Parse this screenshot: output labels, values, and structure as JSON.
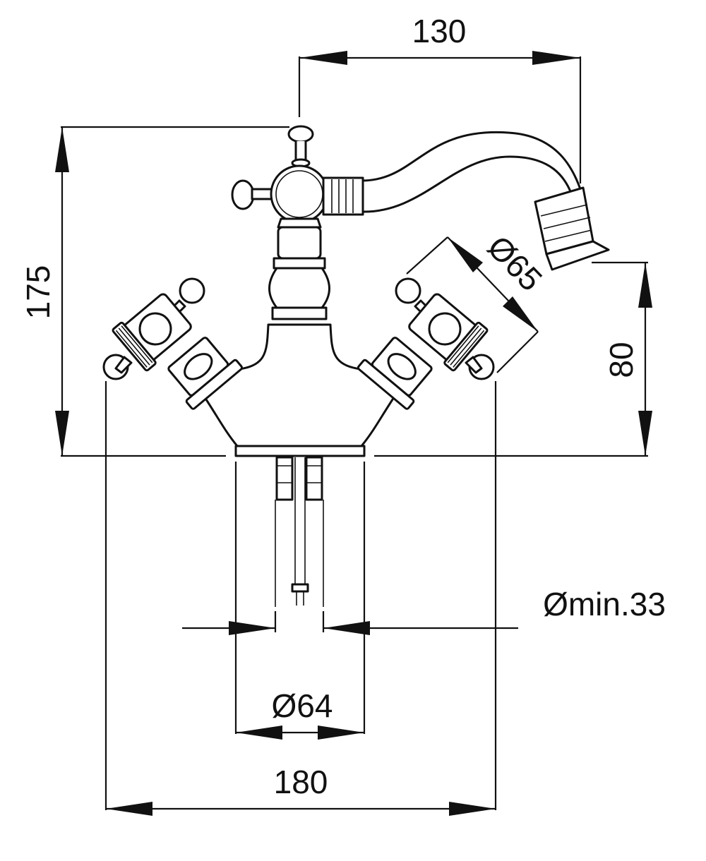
{
  "dimensions": {
    "spout_reach": "130",
    "total_height": "175",
    "spout_diameter": "Ø65",
    "spout_height": "80",
    "hole_min": "Ømin.33",
    "base_diameter": "Ø64",
    "total_width": "180"
  },
  "colors": {
    "line": "#111111",
    "background": "#ffffff"
  }
}
